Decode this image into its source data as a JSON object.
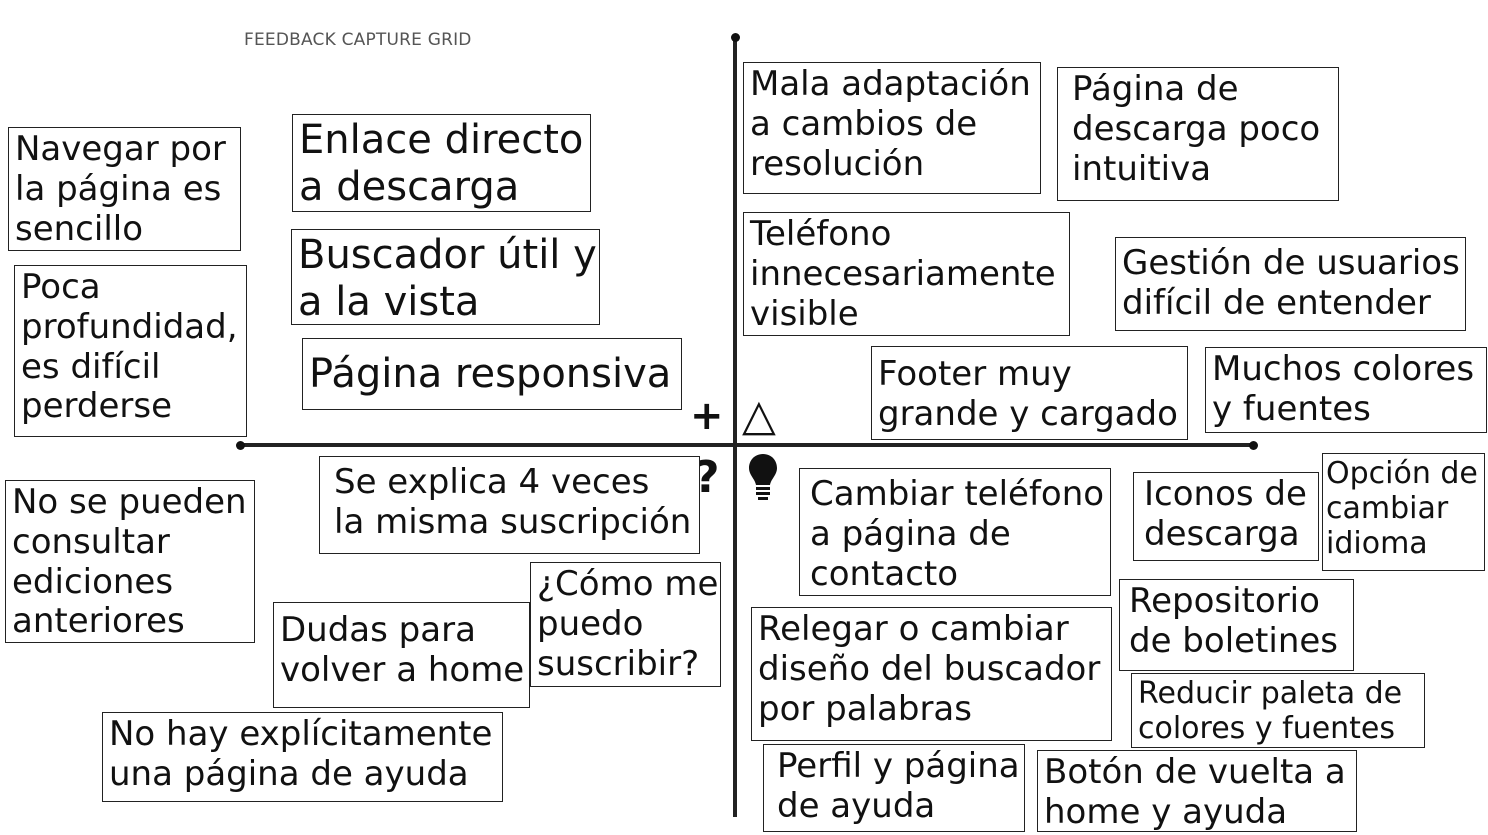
{
  "title": "FEEDBACK CAPTURE GRID",
  "quadrants": {
    "plus": {
      "symbol": "+",
      "notes": [
        "Navegar por\nla página es\nsencillo",
        "Enlace directo\na descarga",
        "Buscador útil y\na la vista",
        "Poca\nprofundidad,\nes difícil\nperderse",
        "Página responsiva"
      ]
    },
    "delta": {
      "symbol": "△",
      "notes": [
        "Mala adaptación\na cambios de\nresolución",
        "Página de\ndescarga poco\nintuitiva",
        "Teléfono\ninnecesariamente\nvisible",
        "Gestión de usuarios\ndifícil de entender",
        "Footer muy\ngrande y cargado",
        "Muchos colores\ny fuentes"
      ]
    },
    "question": {
      "symbol": "?",
      "notes": [
        "No se pueden\nconsultar\nediciones\nanteriores",
        "Se explica 4 veces\nla misma suscripción",
        "¿Cómo me\npuedo\nsuscribir?",
        "Dudas para\nvolver a home",
        "No hay explícitamente\nuna página de ayuda"
      ]
    },
    "idea": {
      "symbol": "lightbulb-icon",
      "notes": [
        "Cambiar teléfono\na página de\ncontacto",
        "Iconos de\ndescarga",
        "Opción de\ncambiar\nidioma",
        "Repositorio\nde boletines",
        "Relegar o cambiar\ndiseño del buscador\npor palabras",
        "Reducir paleta de\ncolores y fuentes",
        "Perfil y página\nde ayuda",
        "Botón de vuelta a\nhome y ayuda"
      ]
    }
  }
}
